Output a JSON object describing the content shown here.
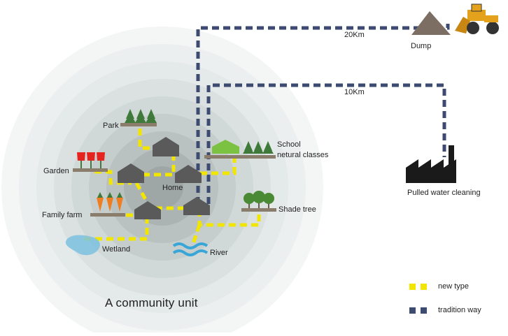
{
  "title": "A community unit",
  "distances": {
    "dump_distance": "20Km",
    "factory_distance": "10Km"
  },
  "places": {
    "dump": "Dump",
    "factory": "Pulled water cleaning",
    "park": "Park",
    "school_line1": "School",
    "school_line2": "netural classes",
    "garden": "Garden",
    "home": "Home",
    "family_farm": "Family farm",
    "shade_tree": "Shade tree",
    "wetland": "Wetland",
    "river": "River"
  },
  "legend": {
    "new_type": {
      "label": "new type",
      "color": "#f2e600"
    },
    "tradition_way": {
      "label": "tradition way",
      "color": "#3d4b70"
    }
  },
  "colors": {
    "house": "#5a5a5a",
    "school_roof": "#7cc242",
    "ground": "#8b7d6b",
    "tree": "#3f7a3a",
    "flower": "#e52420",
    "carrot": "#ef7d22",
    "water": "#3aa6d8",
    "factory": "#1a1a1a",
    "dump_pile": "#7d6e64"
  }
}
